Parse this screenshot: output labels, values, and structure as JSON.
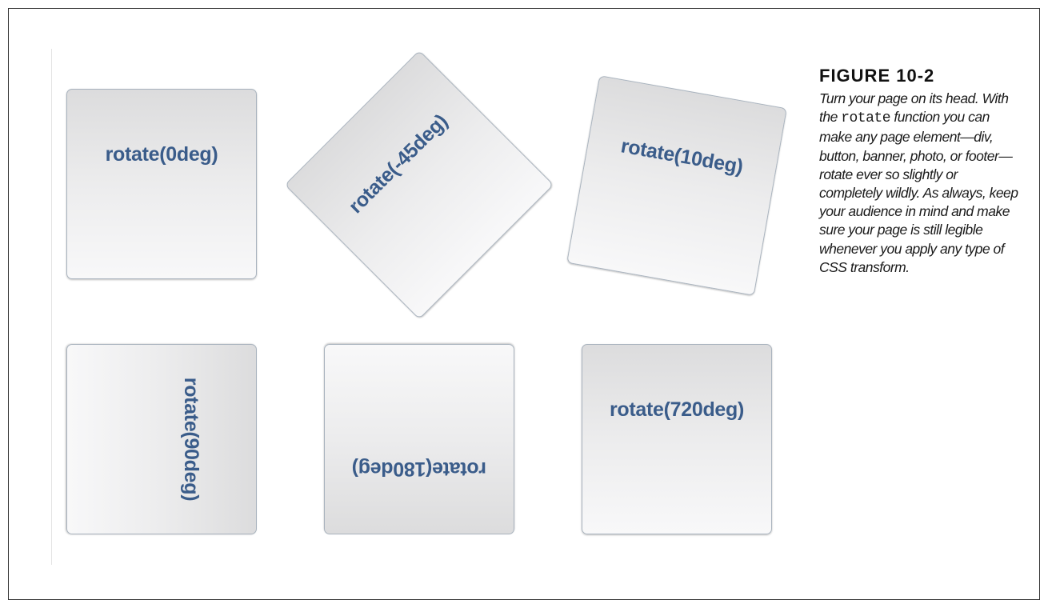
{
  "figure": {
    "title": "FIGURE 10-2",
    "caption_before_code": "Turn your page on its head. With the ",
    "caption_code": "rotate",
    "caption_after_code": " function you can make any page element—div, button, banner, photo, or footer—rotate ever so slightly or completely wildly. As always, keep your audience in mind and make sure your page is still legible whenever you apply any type of CSS transform."
  },
  "boxes": [
    {
      "label": "rotate(0deg)",
      "rotation_deg": 0
    },
    {
      "label": "rotate(-45deg)",
      "rotation_deg": -45
    },
    {
      "label": "rotate(10deg)",
      "rotation_deg": 10
    },
    {
      "label": "rotate(90deg)",
      "rotation_deg": 90
    },
    {
      "label": "rotate(180deg)",
      "rotation_deg": 180
    },
    {
      "label": "rotate(720deg)",
      "rotation_deg": 720
    }
  ],
  "colors": {
    "label_text": "#3a5c8a",
    "box_border": "#a9b3be",
    "frame_border": "#333333"
  }
}
